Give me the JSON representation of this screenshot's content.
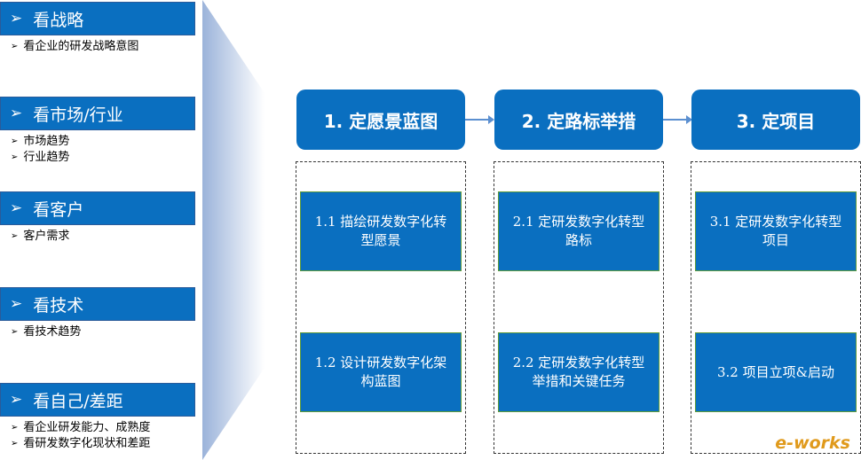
{
  "left_sections": [
    {
      "title": "看战略",
      "bullets": [
        "看企业的研发战略意图"
      ]
    },
    {
      "title": "看市场/行业",
      "bullets": [
        "市场趋势",
        "行业趋势"
      ]
    },
    {
      "title": "看客户",
      "bullets": [
        "客户需求"
      ]
    },
    {
      "title": "看技术",
      "bullets": [
        "看技术趋势"
      ]
    },
    {
      "title": "看自己/差距",
      "bullets": [
        "看企业研发能力、成熟度",
        "看研发数字化现状和差距"
      ]
    }
  ],
  "columns": [
    {
      "title": "1. 定愿景蓝图",
      "tasks": [
        "1.1 描绘研发数字化转型愿景",
        "1.2 设计研发数字化架构蓝图"
      ]
    },
    {
      "title": "2. 定路标举措",
      "tasks": [
        "2.1 定研发数字化转型路标",
        "2.2 定研发数字化转型举措和关键任务"
      ]
    },
    {
      "title": "3. 定项目",
      "tasks": [
        "3.1 定研发数字化转型项目",
        "3.2 项目立项&启动"
      ]
    }
  ],
  "logo": "e-works",
  "colors": {
    "primary": "#0a6fc0",
    "task_border": "#5e9b3a",
    "logo": "#e09a1c"
  }
}
